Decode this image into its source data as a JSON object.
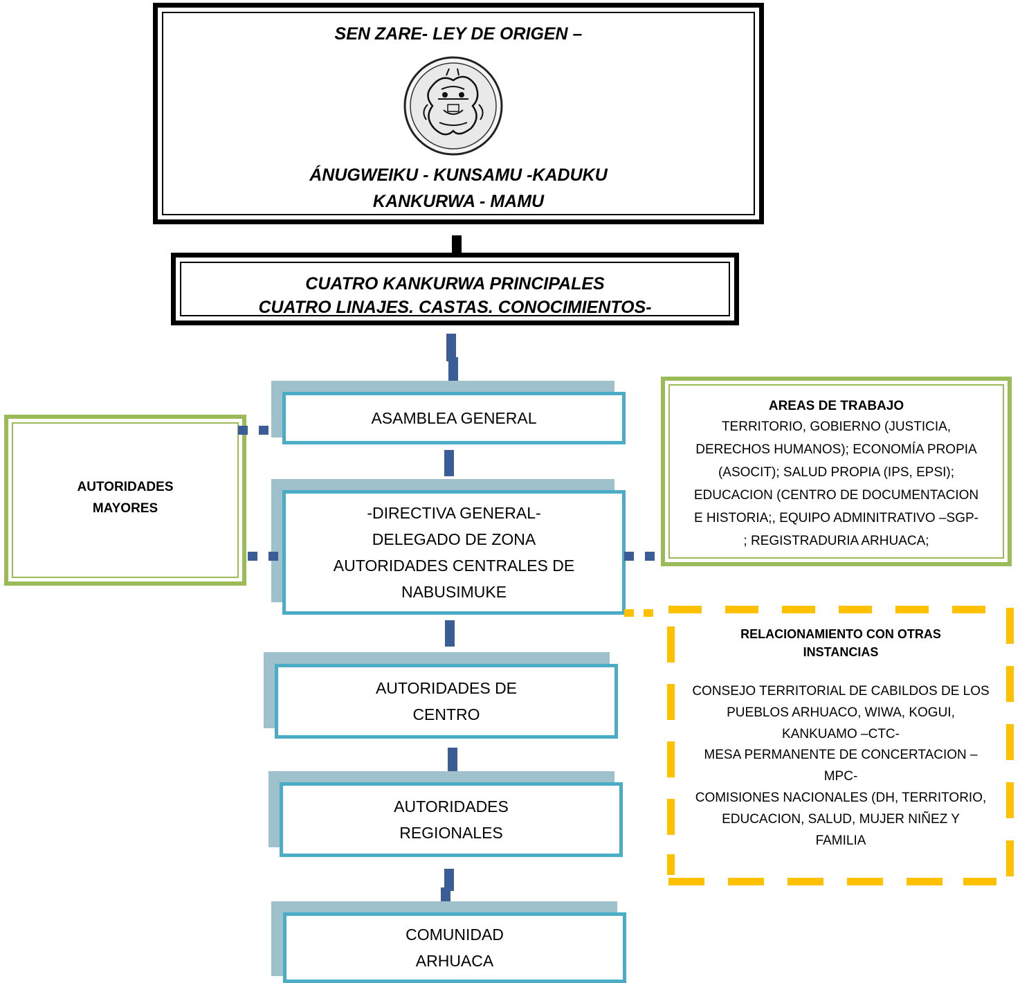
{
  "top": {
    "title": "SEN ZARE- LEY DE ORIGEN –",
    "line1": "ÁNUGWEIKU  - KUNSAMU -KADUKU",
    "line2": "KANKURWA - MAMU"
  },
  "kankurwa": {
    "line1": "CUATRO KANKURWA PRINCIPALES",
    "line2": "CUATRO LINAJES. CASTAS. CONOCIMIENTOS-"
  },
  "levels": {
    "asamblea": [
      "ASAMBLEA GENERAL"
    ],
    "directiva": [
      "-DIRECTIVA GENERAL-",
      "DELEGADO DE ZONA",
      "AUTORIDADES CENTRALES DE",
      "NABUSIMUKE"
    ],
    "centro": [
      "AUTORIDADES DE",
      "CENTRO"
    ],
    "regionales": [
      "AUTORIDADES",
      "REGIONALES"
    ],
    "comunidad": [
      "COMUNIDAD",
      "ARHUACA"
    ]
  },
  "mayores": {
    "line1": "AUTORIDADES",
    "line2": "MAYORES"
  },
  "areas": {
    "title": "AREAS DE TRABAJO",
    "lines": [
      "TERRITORIO, GOBIERNO (JUSTICIA,",
      "DERECHOS HUMANOS); ECONOMÍA PROPIA",
      "(ASOCIT); SALUD PROPIA (IPS, EPSI);",
      "EDUCACION (CENTRO DE DOCUMENTACION",
      "E HISTORIA;, EQUIPO ADMINITRATIVO –SGP-",
      "; REGISTRADURIA ARHUACA;"
    ]
  },
  "relacion": {
    "title1": "RELACIONAMIENTO CON OTRAS",
    "title2": "INSTANCIAS",
    "lines": [
      "CONSEJO TERRITORIAL DE CABILDOS DE LOS",
      "PUEBLOS ARHUACO, WIWA, KOGUI,",
      "KANKUAMO –CTC-",
      "MESA PERMANENTE DE CONCERTACION –",
      "MPC-",
      "COMISIONES NACIONALES (DH, TERRITORIO,",
      "EDUCACION, SALUD, MUJER NIÑEZ Y",
      "FAMILIA"
    ]
  },
  "colors": {
    "teal": "#4bacc6",
    "teal_shadow": "#9fc1cc",
    "green": "#9bbb59",
    "yellow": "#ffc000",
    "blue_connector": "#3a5d95"
  }
}
